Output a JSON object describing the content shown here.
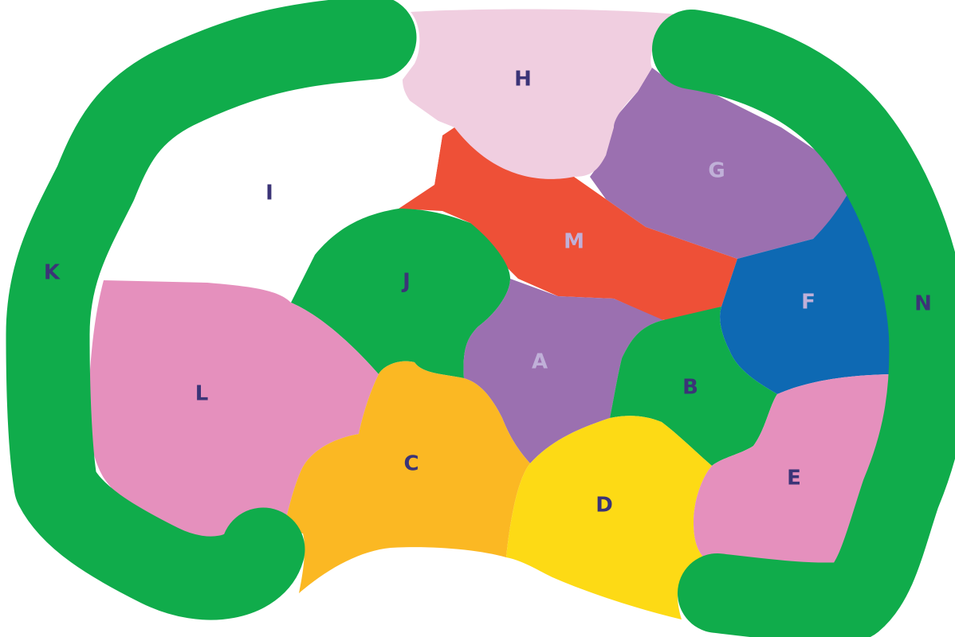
{
  "colors": {
    "green": "#10AC4B",
    "pink_light": "#F0CEE0",
    "purple": "#9B70B0",
    "red": "#EE5037",
    "blue": "#0E69B3",
    "pink": "#E590BD",
    "orange": "#FBB823",
    "yellow": "#FDDA15",
    "white": "#FFFFFF",
    "label_dark": "#3B3477",
    "label_light": "#C0B0D8"
  },
  "regions": [
    {
      "id": "A",
      "label": "A",
      "color": "purple"
    },
    {
      "id": "B",
      "label": "B",
      "color": "green"
    },
    {
      "id": "C",
      "label": "C",
      "color": "orange"
    },
    {
      "id": "D",
      "label": "D",
      "color": "yellow"
    },
    {
      "id": "E",
      "label": "E",
      "color": "pink"
    },
    {
      "id": "F",
      "label": "F",
      "color": "blue"
    },
    {
      "id": "G",
      "label": "G",
      "color": "purple"
    },
    {
      "id": "H",
      "label": "H",
      "color": "pink_light"
    },
    {
      "id": "I",
      "label": "I",
      "color": "white"
    },
    {
      "id": "J",
      "label": "J",
      "color": "green"
    },
    {
      "id": "K",
      "label": "K",
      "color": "green"
    },
    {
      "id": "L",
      "label": "L",
      "color": "pink"
    },
    {
      "id": "M",
      "label": "M",
      "color": "red"
    },
    {
      "id": "N",
      "label": "N",
      "color": "green"
    }
  ]
}
